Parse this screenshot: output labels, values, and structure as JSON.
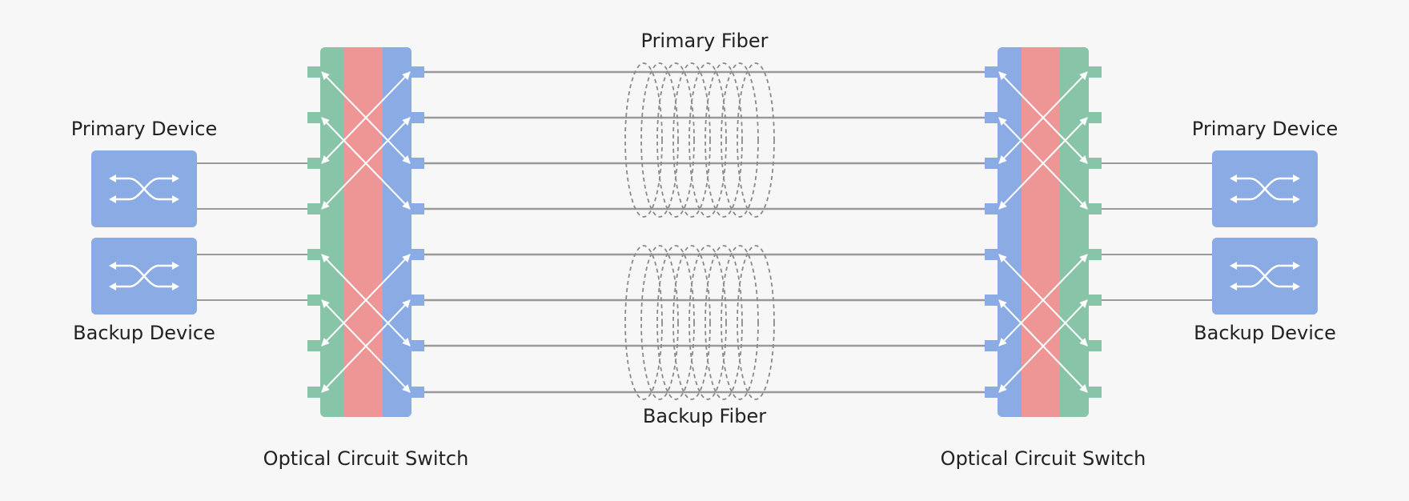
{
  "labels": {
    "primary_fiber": "Primary Fiber",
    "backup_fiber": "Backup Fiber",
    "left_primary_device": "Primary Device",
    "left_backup_device": "Backup Device",
    "right_primary_device": "Primary Device",
    "right_backup_device": "Backup Device",
    "left_switch": "Optical Circuit Switch",
    "right_switch": "Optical Circuit Switch"
  },
  "colors": {
    "background": "#f7f7f7",
    "device_blue": "#8aabe3",
    "switch_green": "#88c4a8",
    "switch_red": "#ee9595",
    "switch_blue": "#8aabe3",
    "link_gray": "#999999",
    "fiber_coil_gray": "#8a8a8a",
    "arrow_white": "#ffffff"
  },
  "icons": {
    "device": "crossover-arrows-icon",
    "fiber": "fiber-coil-icon"
  }
}
